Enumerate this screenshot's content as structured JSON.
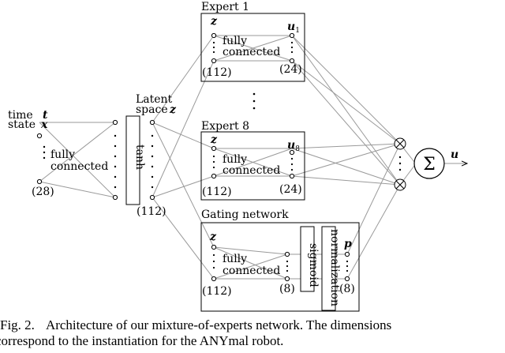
{
  "input": {
    "label_time": "time",
    "var_t": "t",
    "label_state": "state",
    "var_x": "x",
    "fc_line1": "fully",
    "fc_line2": "connected",
    "dim": "(28)"
  },
  "latent": {
    "label_line1": "Latent",
    "label_line2": "space",
    "var_z": "z",
    "activation": "tanh",
    "dim": "(112)"
  },
  "experts": [
    {
      "title": "Expert 1",
      "in_var": "z",
      "out_var": "u",
      "out_sub": "1",
      "fc_line1": "fully",
      "fc_line2": "connected",
      "in_dim": "(112)",
      "out_dim": "(24)"
    },
    {
      "title": "Expert 8",
      "in_var": "z",
      "out_var": "u",
      "out_sub": "8",
      "fc_line1": "fully",
      "fc_line2": "connected",
      "in_dim": "(112)",
      "out_dim": "(24)"
    }
  ],
  "gating": {
    "title": "Gating network",
    "in_var": "z",
    "fc_line1": "fully",
    "fc_line2": "connected",
    "sigmoid": "sigmoid",
    "normalization": "normalization",
    "out_var": "p",
    "in_dim": "(112)",
    "mid_dim": "(8)",
    "out_dim": "(8)"
  },
  "output": {
    "mult_symbol": "⊗",
    "sum_symbol": "Σ",
    "var_u": "u"
  },
  "caption": {
    "label": "Fig. 2.",
    "line1": "Architecture of our mixture-of-experts network. The dimensions",
    "line2": "correspond to the instantiation for the ANYmal robot."
  },
  "colors": {
    "line": "#9a9a9a",
    "ink": "#000000",
    "node_fill": "#ffffff"
  }
}
